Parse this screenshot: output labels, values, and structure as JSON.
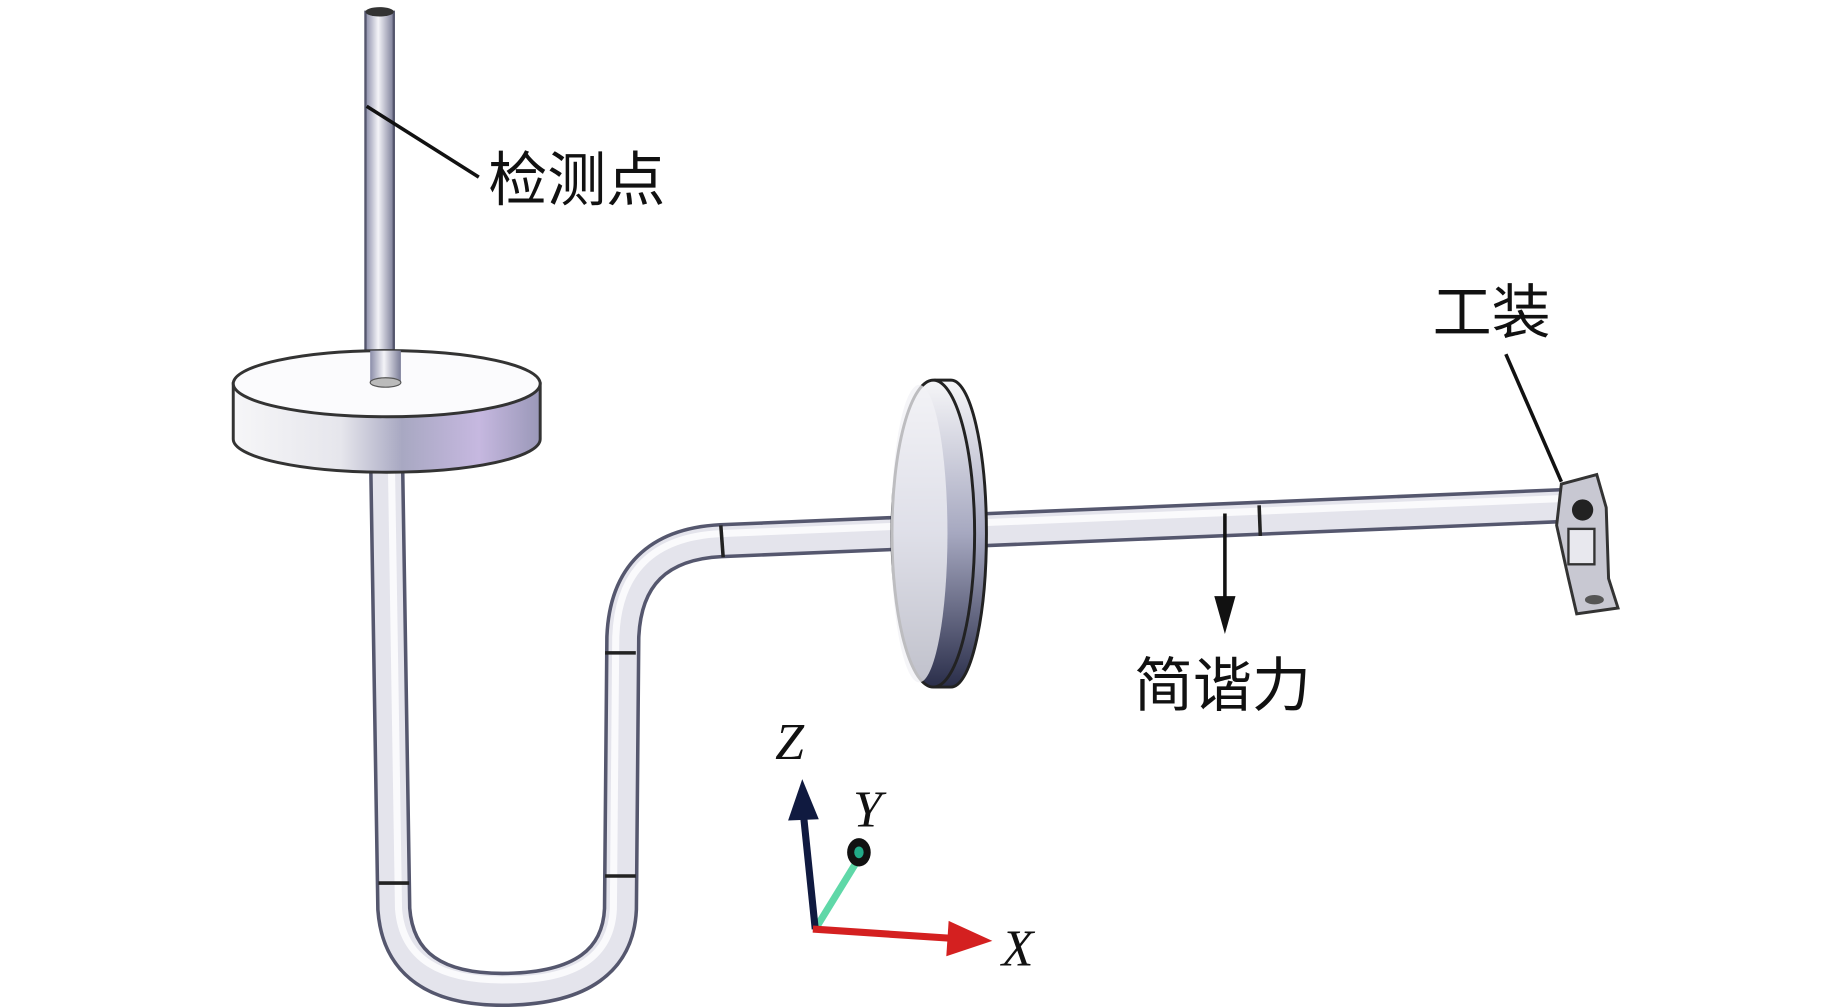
{
  "labels": {
    "detection_point": "检测点",
    "fixture": "工装",
    "harmonic_force": "简谐力"
  },
  "axes": {
    "x": "X",
    "y": "Y",
    "z": "Z",
    "colors": {
      "x": "#d42020",
      "y": "#5fd8a8",
      "z": "#101a40"
    }
  }
}
